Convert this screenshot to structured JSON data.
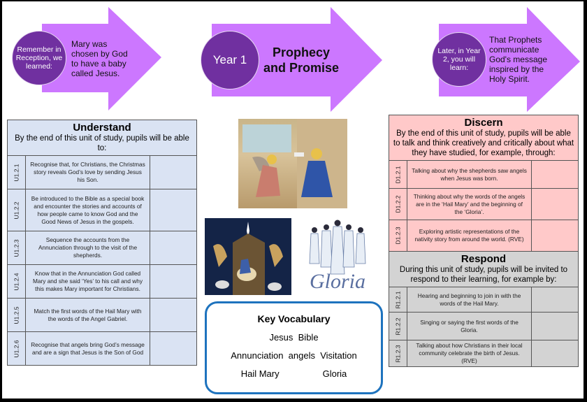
{
  "arrows": [
    {
      "circle_text": "Remember in Reception, we learned:",
      "body_text": "Mary was chosen by God to have a baby called Jesus."
    },
    {
      "circle_text": "Year 1",
      "body_text": "Prophecy and Promise"
    },
    {
      "circle_text": "Later, in Year 2, you will learn:",
      "body_text": "That Prophets communicate God's message inspired by the Holy Spirit."
    }
  ],
  "colors": {
    "arrow": "#cc77ff",
    "circle": "#7030a0",
    "understand": "#dae3f3",
    "discern": "#ffc9c9",
    "respond": "#d3d3d3",
    "vocab_border": "#1e73be"
  },
  "understand": {
    "title": "Understand",
    "subtitle": "By the end of this unit of study, pupils will be able to:",
    "rows": [
      {
        "code": "U1.2.1",
        "text": "Recognise that, for Christians, the Christmas story reveals God’s love by sending Jesus his Son."
      },
      {
        "code": "U1.2.2",
        "text": "Be introduced to the Bible as a special book and encounter the stories and accounts of how people came to know God and the Good News of Jesus in the gospels."
      },
      {
        "code": "U1.2.3",
        "text": "Sequence the accounts from the Annunciation through to the visit of the shepherds."
      },
      {
        "code": "U1.2.4",
        "text": "Know that in the Annunciation God called Mary and she said ‘Yes’ to his call and why this makes Mary important for Christians."
      },
      {
        "code": "U1.2.5",
        "text": "Match the first words of the Hail Mary with the words of the Angel Gabriel."
      },
      {
        "code": "U1.2.6",
        "text": "Recognise that angels bring God’s message and are a sign that Jesus is the Son of God"
      }
    ]
  },
  "discern": {
    "title": "Discern",
    "subtitle": "By the end of this unit of study, pupils will be able to talk and think creatively and critically about what they have studied, for example, through:",
    "rows": [
      {
        "code": "D1.2.1",
        "text": "Talking about why the shepherds saw angels when Jesus was born."
      },
      {
        "code": "D1.2.2",
        "text": "Thinking about why the words of the angels are in the ‘Hail Mary’ and the beginning of the ‘Gloria’."
      },
      {
        "code": "D1.2.3",
        "text": "Exploring artistic representations of the nativity story from around the world. (RVE)"
      }
    ]
  },
  "respond": {
    "title": "Respond",
    "subtitle": "During this unit of study, pupils will be invited to respond to their learning, for example by:",
    "rows": [
      {
        "code": "R1.2.1",
        "text": "Hearing and beginning to join in with the words of the Hail Mary."
      },
      {
        "code": "R1.2.2",
        "text": "Singing or saying the first words of the Gloria."
      },
      {
        "code": "R1.2.3",
        "text": "Talking about how Christians in their local community celebrate the birth of Jesus. (RVE)"
      }
    ]
  },
  "images": {
    "annunciation": "Annunciation painting",
    "nativity": "Nativity scene",
    "gloria_caption": "Gloria"
  },
  "vocabulary": {
    "title": "Key Vocabulary",
    "rows": [
      [
        "Jesus",
        "Bible"
      ],
      [
        "Annunciation",
        "angels",
        "Visitation"
      ],
      [
        "Hail Mary",
        "Gloria"
      ]
    ]
  }
}
